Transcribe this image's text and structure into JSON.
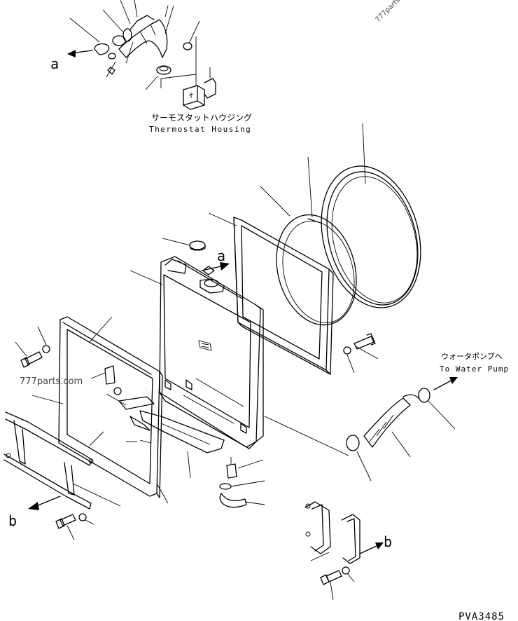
{
  "callouts": {
    "thermostat_jp": "サーモスタットハウジング",
    "thermostat_en": "Thermostat Housing",
    "water_pump_jp": "ウォータポンプへ",
    "water_pump_en": "To Water Pump",
    "ref_a_top": "a",
    "ref_a_mid": "a",
    "ref_b_left": "b",
    "ref_b_right": "b"
  },
  "watermarks": {
    "top_right": "777parts",
    "left": "777parts.com"
  },
  "drawing_number": "PVA3485"
}
